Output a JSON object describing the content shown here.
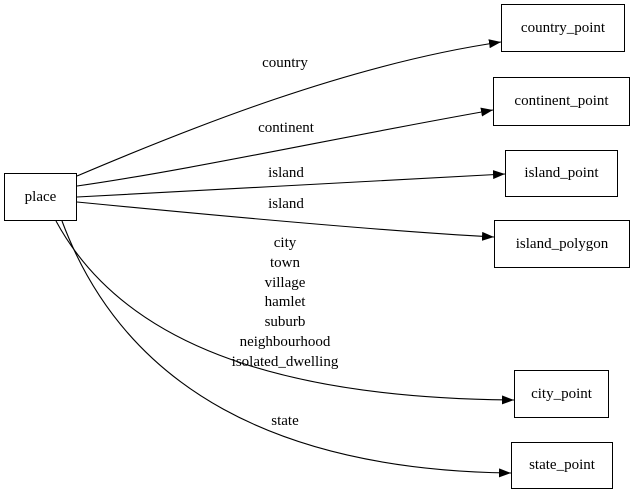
{
  "nodes": {
    "place": {
      "label": "place"
    },
    "country_point": {
      "label": "country_point"
    },
    "continent_point": {
      "label": "continent_point"
    },
    "island_point": {
      "label": "island_point"
    },
    "island_polygon": {
      "label": "island_polygon"
    },
    "city_point": {
      "label": "city_point"
    },
    "state_point": {
      "label": "state_point"
    }
  },
  "edges": [
    {
      "from": "place",
      "to": "country_point",
      "label": "country"
    },
    {
      "from": "place",
      "to": "continent_point",
      "label": "continent"
    },
    {
      "from": "place",
      "to": "island_point",
      "label": "island"
    },
    {
      "from": "place",
      "to": "island_polygon",
      "label": "island"
    },
    {
      "from": "place",
      "to": "city_point",
      "label_lines": [
        "city",
        "town",
        "village",
        "hamlet",
        "suburb",
        "neighbourhood",
        "isolated_dwelling"
      ]
    },
    {
      "from": "place",
      "to": "state_point",
      "label": "state"
    }
  ],
  "colors": {
    "background": "#ffffff",
    "node_border": "#000000",
    "edge_stroke": "#000000",
    "text": "#000000"
  }
}
